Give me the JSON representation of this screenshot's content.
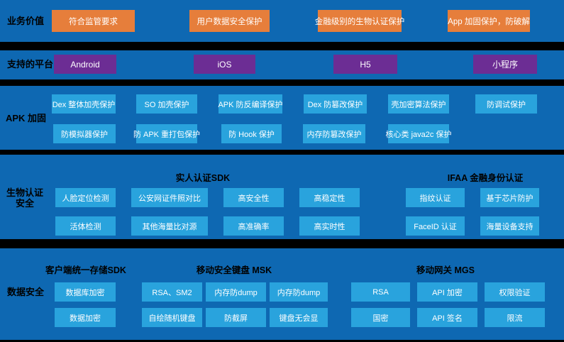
{
  "colors": {
    "background": "#0e68b2",
    "divider": "#000000",
    "orange": "#e67e3b",
    "purple": "#6c2d94",
    "light_blue": "#29a3dd",
    "label_text": "#000000",
    "button_text": "#ffffff"
  },
  "rows": {
    "business_value": {
      "label": "业务价值",
      "items": [
        "符合监管要求",
        "用户数据安全保护",
        "金融级别的生物认证保护",
        "App 加固保护，防破解"
      ]
    },
    "platforms": {
      "label": "支持的平台",
      "items": [
        "Android",
        "iOS",
        "H5",
        "小程序"
      ]
    },
    "apk_hardening": {
      "label": "APK 加固",
      "line1": [
        "Dex 整体加壳保护",
        "SO 加壳保护",
        "APK 防反编译保护",
        "Dex 防篡改保护",
        "壳加密算法保护",
        "防调试保护"
      ],
      "line2": [
        "防模拟器保护",
        "防 APK 重打包保护",
        "防 Hook 保护",
        "内存防篡改保护",
        "核心类 java2c 保护"
      ]
    },
    "biometric": {
      "label": "生物认证安全",
      "groups": [
        {
          "title": "实人认证SDK",
          "line1": [
            "人脸定位检测",
            "公安网证件照对比",
            "高安全性",
            "高稳定性"
          ],
          "line2": [
            "活体检测",
            "其他海量比对源",
            "高准确率",
            "高实时性"
          ]
        },
        {
          "title": "IFAA 金融身份认证",
          "line1": [
            "指纹认证",
            "基于芯片防护"
          ],
          "line2": [
            "FaceID 认证",
            "海量设备支持"
          ]
        }
      ]
    },
    "data_security": {
      "label": "数据安全",
      "groups": [
        {
          "title": "客户端统一存储SDK",
          "line1": [
            "数据库加密"
          ],
          "line2": [
            "数据加密"
          ]
        },
        {
          "title": "移动安全键盘 MSK",
          "line1": [
            "RSA、SM2",
            "内存防dump",
            "内存防dump"
          ],
          "line2": [
            "自绘随机键盘",
            "防截屏",
            "键盘无会显"
          ]
        },
        {
          "title": "移动网关 MGS",
          "line1": [
            "RSA",
            "API 加密",
            "权限验证"
          ],
          "line2": [
            "国密",
            "API 签名",
            "限流"
          ]
        }
      ]
    }
  }
}
